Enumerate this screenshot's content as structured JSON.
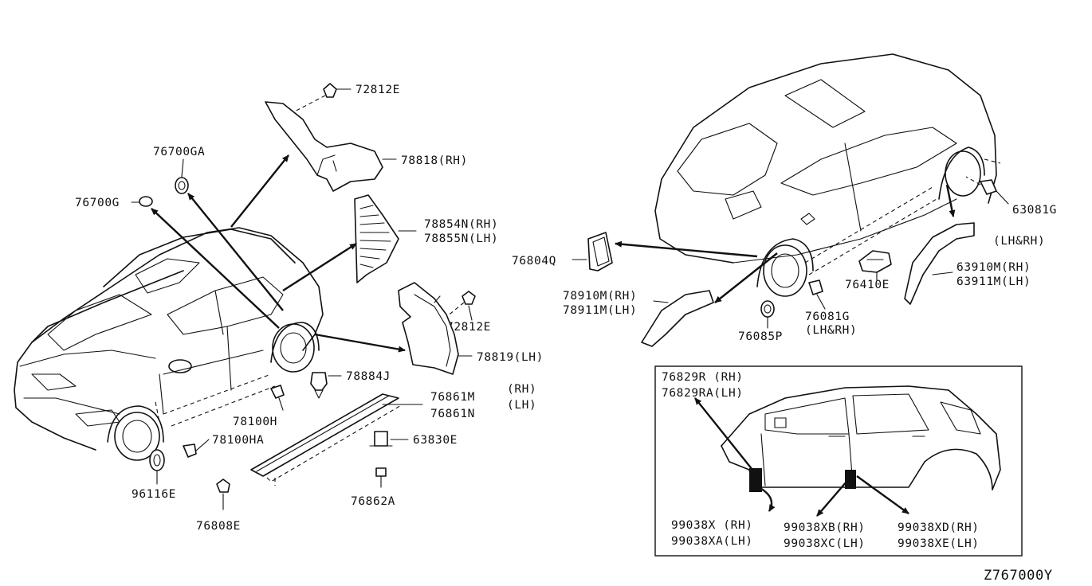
{
  "labels": {
    "p72812E_top": "72812E",
    "p76700GA": "76700GA",
    "p78818": "78818(RH)",
    "p76700G": "76700G",
    "p78854N": "78854N(RH)",
    "p78855N": "78855N(LH)",
    "p72812E_mid": "72812E",
    "p78819": "78819(LH)",
    "p78884J": "78884J",
    "p76861M": "76861M",
    "p76861N": "76861N",
    "rh": "(RH)",
    "lh": "(LH)",
    "p78100H": "78100H",
    "p78100HA": "78100HA",
    "p63830E": "63830E",
    "p96116E": "96116E",
    "p76808E": "76808E",
    "p76862A": "76862A",
    "p76804Q": "76804Q",
    "p78910M": "78910M(RH)",
    "p78911M": "78911M(LH)",
    "p76085P": "76085P",
    "p76081G": "76081G",
    "p76081G_side": "(LH&RH)",
    "p76410E": "76410E",
    "p63081G": "63081G",
    "p63081G_side": "(LH&RH)",
    "p63910M": "63910M(RH)",
    "p63911M": "63911M(LH)",
    "p76829R": "76829R (RH)",
    "p76829RA": "76829RA(LH)",
    "p99038X": "99038X (RH)",
    "p99038XA": "99038XA(LH)",
    "p99038XB": "99038XB(RH)",
    "p99038XC": "99038XC(LH)",
    "p99038XD": "99038XD(RH)",
    "p99038XE": "99038XE(LH)",
    "figure_id": "Z767000Y"
  }
}
